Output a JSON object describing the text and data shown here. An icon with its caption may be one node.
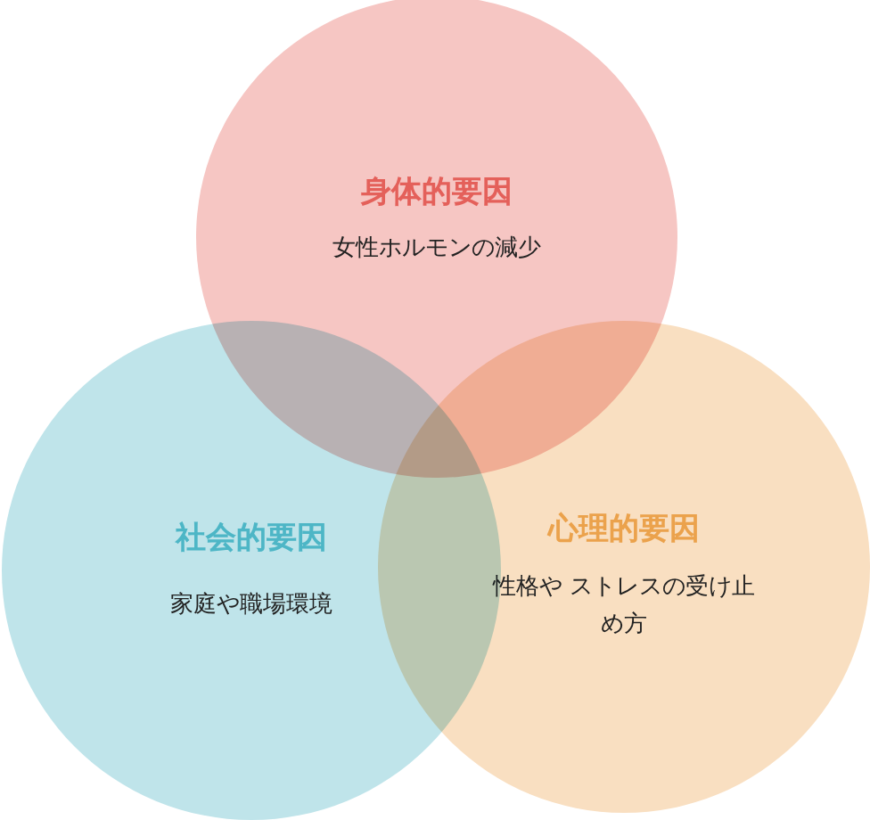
{
  "diagram": {
    "nodes": [
      {
        "text": [
          "身体的要因",
          "女性ホルモンの減少"
        ]
      },
      {
        "text": [
          "社会的要因",
          "家庭や職場環境"
        ]
      },
      {
        "text": [
          "心理的要因",
          "性格や ストレスの受け止め方"
        ]
      }
    ]
  }
}
